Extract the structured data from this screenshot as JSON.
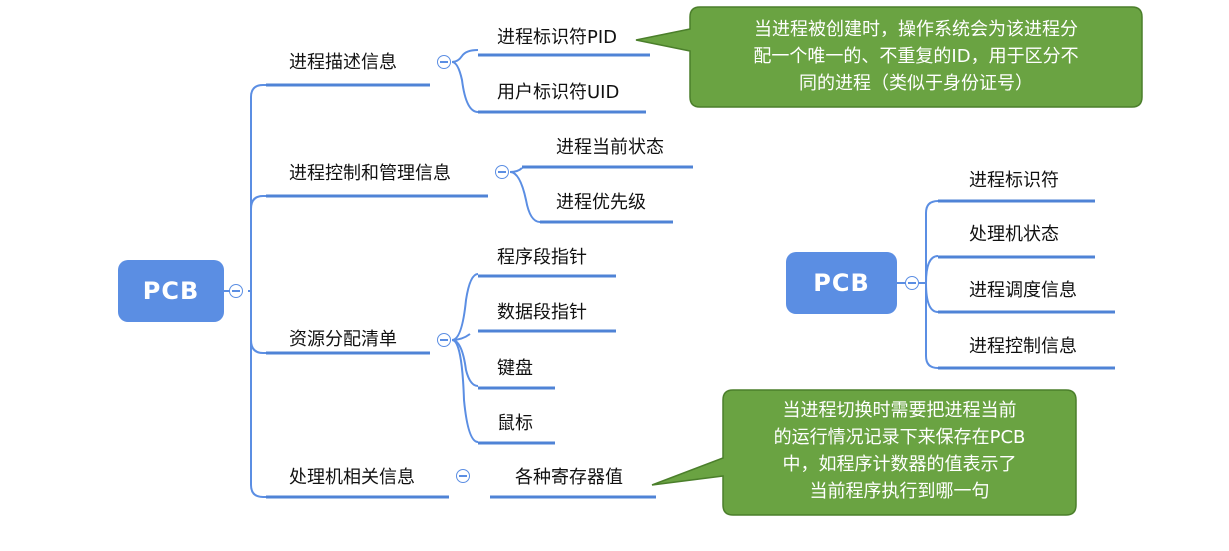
{
  "left_map": {
    "root": "PCB",
    "branches": [
      {
        "label": "进程描述信息",
        "children": [
          "进程标识符PID",
          "用户标识符UID"
        ]
      },
      {
        "label": "进程控制和管理信息",
        "children": [
          "进程当前状态",
          "进程优先级"
        ]
      },
      {
        "label": "资源分配清单",
        "children": [
          "程序段指针",
          "数据段指针",
          "键盘",
          "鼠标"
        ]
      },
      {
        "label": "处理机相关信息",
        "children": [
          "各种寄存器值"
        ]
      }
    ]
  },
  "right_map": {
    "root": "PCB",
    "children": [
      "进程标识符",
      "处理机状态",
      "进程调度信息",
      "进程控制信息"
    ]
  },
  "callouts": [
    {
      "lines": [
        "当进程被创建时，操作系统会为该进程分",
        "配一个唯一的、不重复的ID，用于区分不",
        "同的进程（类似于身份证号）"
      ]
    },
    {
      "lines": [
        "当进程切换时需要把进程当前",
        "的运行情况记录下来保存在PCB",
        "中，如程序计数器的值表示了",
        "当前程序执行到哪一句"
      ]
    }
  ],
  "colors": {
    "node": "#5b8ee3",
    "callout_fill": "#6aa342",
    "callout_border": "#4b7f2b"
  }
}
